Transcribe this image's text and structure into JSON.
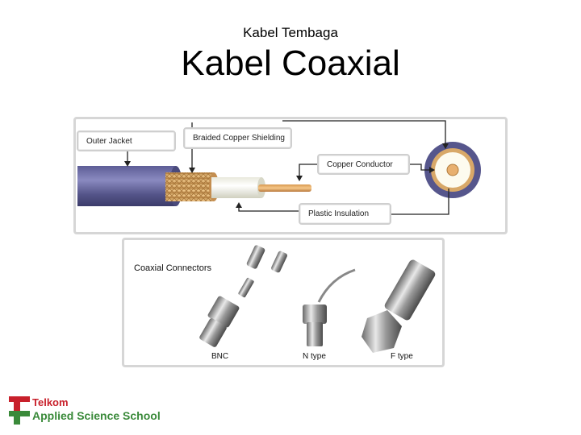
{
  "header": {
    "subtitle": "Kabel Tembaga",
    "title": "Kabel Coaxial"
  },
  "cable_diagram": {
    "callouts": {
      "outer_jacket": "Outer Jacket",
      "braided_shielding": "Braided Copper Shielding",
      "copper_conductor": "Copper Conductor",
      "plastic_insulation": "Plastic Insulation"
    }
  },
  "connectors": {
    "title": "Coaxial Connectors",
    "items": [
      {
        "label": "BNC"
      },
      {
        "label": "N type"
      },
      {
        "label": "F type"
      }
    ]
  },
  "logo": {
    "line1": "Telkom",
    "line2": "Applied Science School",
    "color_red": "#c8202b",
    "color_green": "#3a8a3a"
  }
}
